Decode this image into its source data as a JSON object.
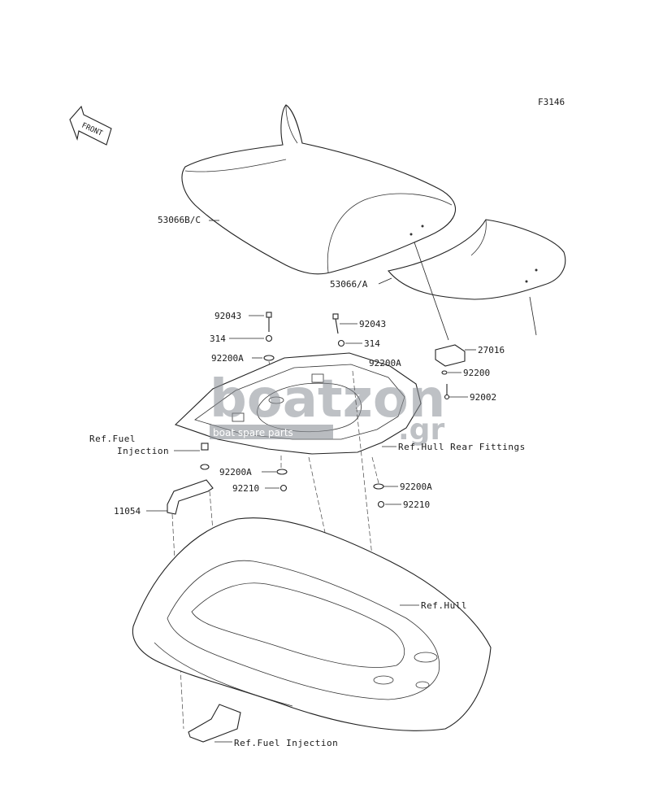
{
  "figure_code": "F3146",
  "front_label": "FRONT",
  "watermark": {
    "main": "boatzon",
    "suffix": ".gr",
    "tagline": "boat spare parts"
  },
  "parts": {
    "seat_front": "53066B/C",
    "seat_rear": "53066/A",
    "bolt_left": "92043",
    "bolt_right": "92043",
    "nut_left": "314",
    "nut_right": "314",
    "washer_top_left": "92200A",
    "washer_top_right": "92200A",
    "latch": "27016",
    "latch_washer": "92200",
    "latch_bolt": "92002",
    "washer_low_left": "92200A",
    "nut_low_left": "92210",
    "washer_low_right": "92200A",
    "nut_low_right": "92210",
    "bracket": "11054"
  },
  "references": {
    "fuel_injection_top_line1": "Ref.Fuel",
    "fuel_injection_top_line2": "Injection",
    "hull_rear_fittings": "Ref.Hull Rear Fittings",
    "hull": "Ref.Hull",
    "fuel_injection_bottom": "Ref.Fuel Injection"
  }
}
